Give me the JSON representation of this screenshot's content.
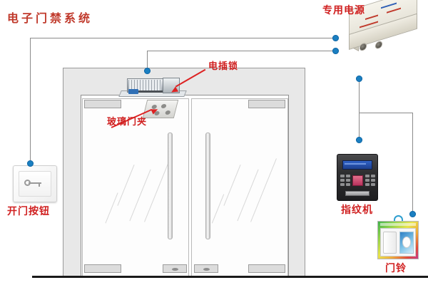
{
  "diagram": {
    "title": "电子门禁系统",
    "title_color": "#c0392b",
    "accent_color": "#d02020",
    "wire_color": "#8a8a8a",
    "node_color": "#1a7fc1"
  },
  "labels": {
    "title": "电子门禁系统",
    "power_supply": "专用电源",
    "electric_bolt_lock": "电插锁",
    "glass_door_clamp": "玻璃门夹",
    "exit_button": "开门按钮",
    "fingerprint_machine": "指纹机",
    "doorbell": "门铃"
  },
  "components": [
    {
      "id": "power-supply",
      "label": "专用电源",
      "position": "top-right"
    },
    {
      "id": "electric-bolt-lock",
      "label": "电插锁",
      "position": "top-center"
    },
    {
      "id": "glass-door-clamp",
      "label": "玻璃门夹",
      "position": "center"
    },
    {
      "id": "exit-button",
      "label": "开门按钮",
      "position": "left"
    },
    {
      "id": "fingerprint-machine",
      "label": "指纹机",
      "position": "right"
    },
    {
      "id": "doorbell",
      "label": "门铃",
      "position": "bottom-right"
    }
  ],
  "connections": [
    {
      "from": "power-supply",
      "to": "exit-button"
    },
    {
      "from": "power-supply",
      "to": "electric-bolt-lock"
    },
    {
      "from": "power-supply",
      "to": "fingerprint-machine"
    },
    {
      "from": "power-supply",
      "to": "doorbell"
    }
  ],
  "door": {
    "type": "glass-double-door",
    "panels": 2
  }
}
